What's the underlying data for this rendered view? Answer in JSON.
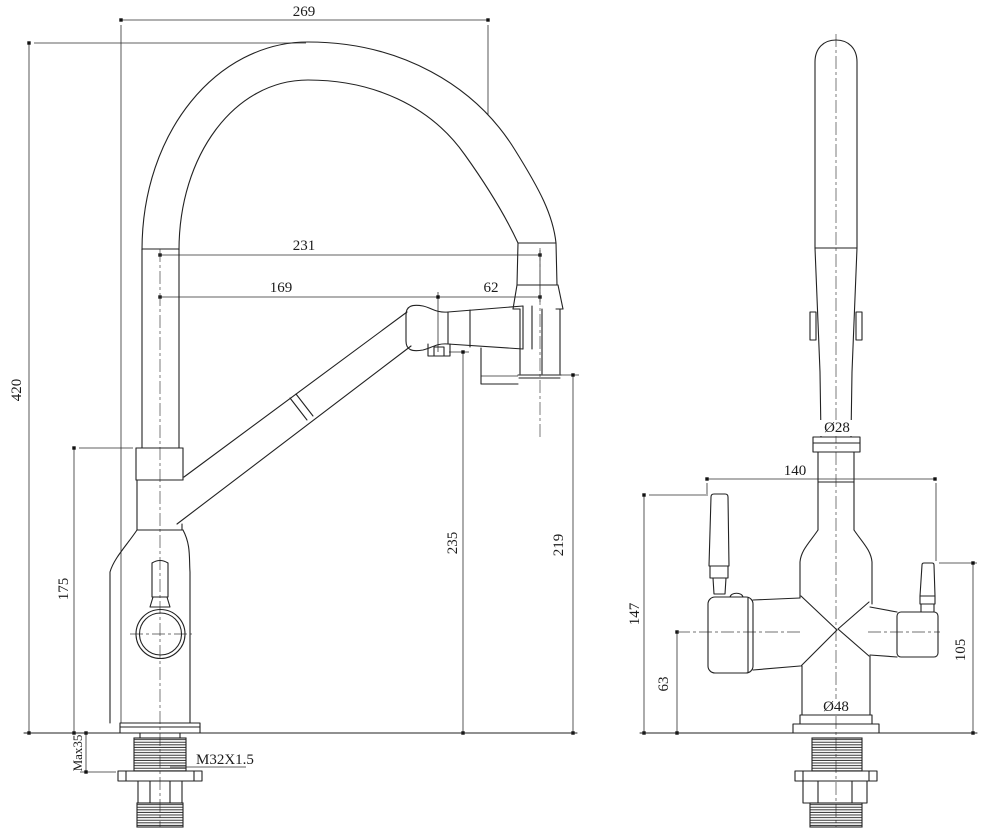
{
  "drawing_type": "faucet-dimension-drawing",
  "colors": {
    "background": "#ffffff",
    "line": "#222222",
    "dimension": "#2e2e2e"
  },
  "front_view": {
    "dims": {
      "overall_width": "269",
      "spout_reach": "231",
      "wand_reach": "169",
      "spray_offset": "62",
      "overall_height": "420",
      "body_height": "175",
      "spray_outlet_height": "235",
      "nozzle_height": "219",
      "max_deck_thickness": "Max35",
      "thread_spec": "M32X1.5"
    }
  },
  "side_view": {
    "dims": {
      "spout_tube_diameter": "Ø28",
      "handle_span": "140",
      "handle_top_height": "147",
      "side_outlet_height": "63",
      "base_diameter": "Ø48",
      "right_handle_height": "105"
    }
  }
}
